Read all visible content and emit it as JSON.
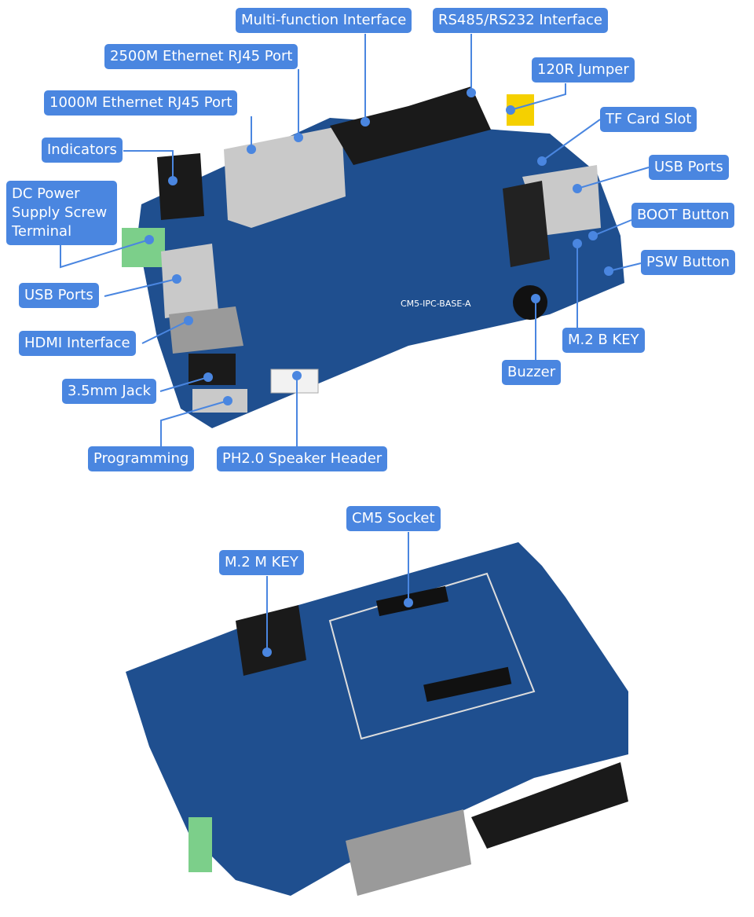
{
  "colors": {
    "label": "#4a86e0",
    "pcb": "#1f4f8f",
    "pcb_dark": "#17406f",
    "connector": "#1a1a1a",
    "terminal": "#7ccf8a",
    "metal": "#c9c9c9"
  },
  "top_view": {
    "labels": [
      {
        "id": "multi-function-interface",
        "text": "Multi-function Interface"
      },
      {
        "id": "rs485-rs232-interface",
        "text": "RS485/RS232 Interface"
      },
      {
        "id": "2500m-ethernet",
        "text": "2500M Ethernet RJ45 Port"
      },
      {
        "id": "120r-jumper",
        "text": "120R Jumper"
      },
      {
        "id": "1000m-ethernet",
        "text": "1000M Ethernet RJ45 Port"
      },
      {
        "id": "tf-card-slot",
        "text": "TF Card Slot"
      },
      {
        "id": "indicators",
        "text": "Indicators"
      },
      {
        "id": "usb-ports-right",
        "text": "USB Ports"
      },
      {
        "id": "dc-power",
        "text": "DC Power Supply Screw Terminal"
      },
      {
        "id": "boot-button",
        "text": "BOOT Button"
      },
      {
        "id": "psw-button",
        "text": "PSW Button"
      },
      {
        "id": "usb-ports-left",
        "text": "USB Ports"
      },
      {
        "id": "hdmi-interface",
        "text": "HDMI Interface"
      },
      {
        "id": "m2-b-key",
        "text": "M.2 B KEY"
      },
      {
        "id": "buzzer",
        "text": "Buzzer"
      },
      {
        "id": "jack",
        "text": "3.5mm Jack"
      },
      {
        "id": "programming",
        "text": "Programming"
      },
      {
        "id": "speaker-header",
        "text": "PH2.0 Speaker Header"
      }
    ],
    "board_silkscreen": "CM5-IPC-BASE-A"
  },
  "bottom_view": {
    "labels": [
      {
        "id": "cm5-socket",
        "text": "CM5 Socket"
      },
      {
        "id": "m2-m-key",
        "text": "M.2 M KEY"
      }
    ]
  }
}
